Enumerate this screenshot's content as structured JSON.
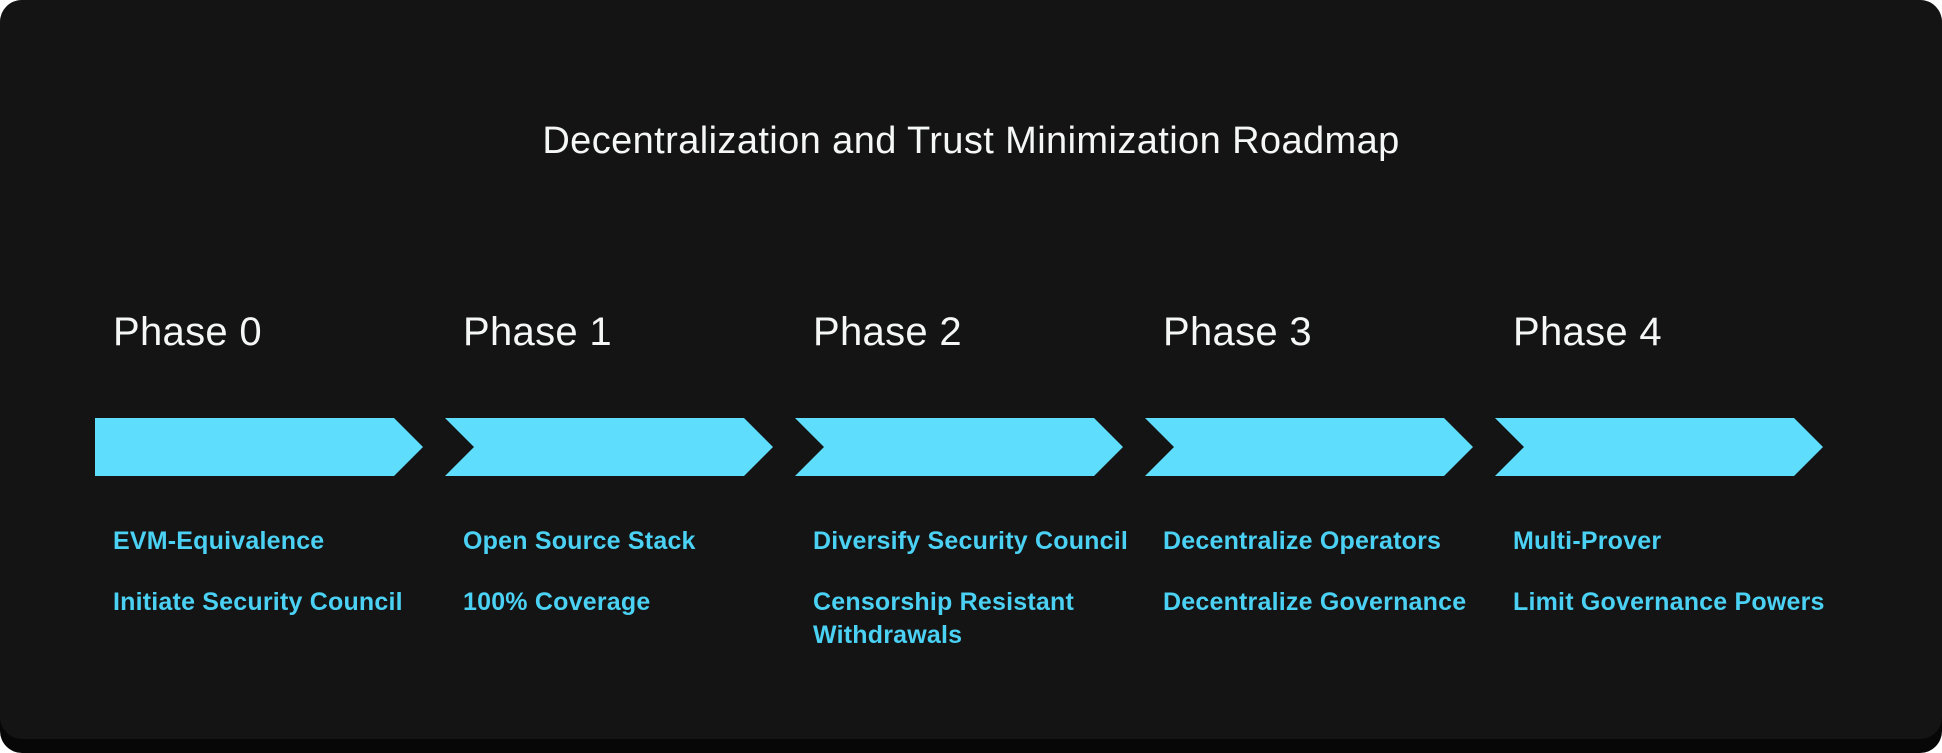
{
  "title": "Decentralization and Trust Minimization Roadmap",
  "colors": {
    "backdrop": "#070707",
    "panel": "#141414",
    "heading_text": "#f5f6f6",
    "arrow_fill": "#5edefc",
    "item_text": "#4ad1f3"
  },
  "phases": [
    {
      "label": "Phase 0",
      "items": [
        "EVM-Equivalence",
        "Initiate Security Council"
      ]
    },
    {
      "label": "Phase 1",
      "items": [
        "Open Source Stack",
        "100% Coverage"
      ]
    },
    {
      "label": "Phase 2",
      "items": [
        "Diversify Security Council",
        "Censorship Resistant\nWithdrawals"
      ]
    },
    {
      "label": "Phase 3",
      "items": [
        "Decentralize Operators",
        "Decentralize Governance"
      ]
    },
    {
      "label": "Phase 4",
      "items": [
        "Multi-Prover",
        "Limit Governance Powers"
      ]
    }
  ]
}
